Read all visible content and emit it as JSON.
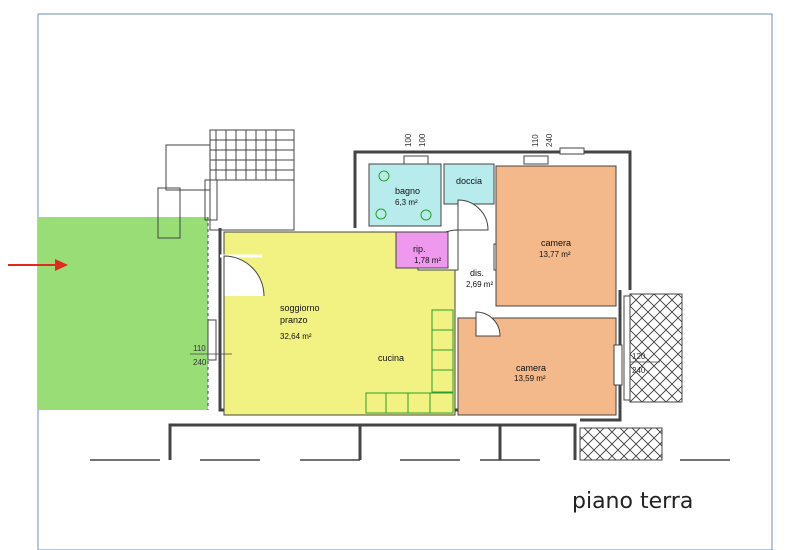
{
  "title": "piano terra",
  "colors": {
    "garden": "#99dd77",
    "soggiorno": "#f2f283",
    "camera": "#f3b98a",
    "bagno": "#b8ecec",
    "rip": "#ee99ee",
    "wall": "#444444"
  },
  "rooms": {
    "bagno": {
      "name": "bagno",
      "area": "6,3 m²"
    },
    "doccia": {
      "name": "doccia"
    },
    "rip": {
      "name": "rip.",
      "area": "1,78 m²"
    },
    "dis": {
      "name": "dis.",
      "area": "2,69 m²"
    },
    "camera1": {
      "name": "camera",
      "area": "13,77 m²"
    },
    "camera2": {
      "name": "camera",
      "area": "13,59 m²"
    },
    "soggiorno": {
      "name1": "soggiorno",
      "name2": "pranzo",
      "area": "32,64 m²"
    },
    "cucina": {
      "name": "cucina"
    }
  },
  "dimensions": {
    "bagno_window": {
      "w": "100",
      "h": "100"
    },
    "camera1_window": {
      "w": "110",
      "h": "240"
    },
    "soggiorno_door": {
      "w": "110",
      "h": "240"
    },
    "camera2_window": {
      "w": "120",
      "h": "240"
    }
  },
  "entrance_arrow": "red-arrow-icon"
}
